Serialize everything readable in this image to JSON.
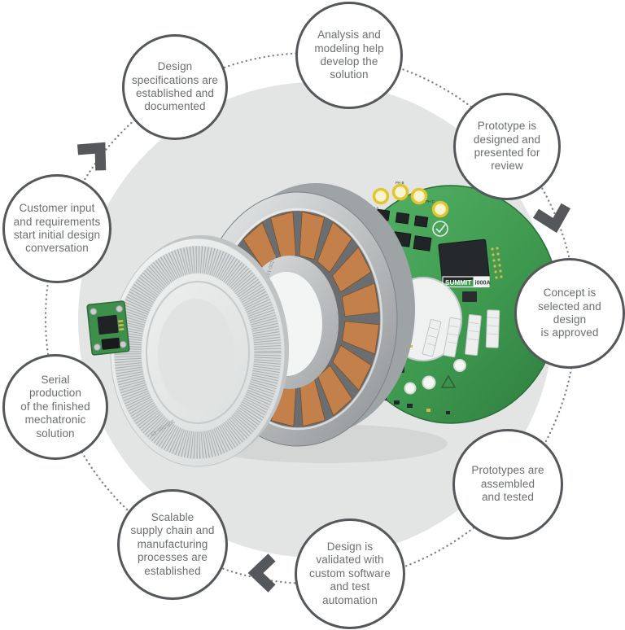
{
  "diagram": {
    "steps": [
      {
        "id": "customer-input",
        "label": "Customer input\nand requirements\nstart initial design\nconversation"
      },
      {
        "id": "design-specifications",
        "label": "Design\nspecifications are\nestablished and\ndocumented"
      },
      {
        "id": "analysis-modeling",
        "label": "Analysis and\nmodeling help\ndevelop the\nsolution"
      },
      {
        "id": "prototype-designed",
        "label": "Prototype is\ndesigned and\npresented for\nreview"
      },
      {
        "id": "concept-selected",
        "label": "Concept is\nselected and\ndesign\nis approved"
      },
      {
        "id": "prototypes-assembled",
        "label": "Prototypes are\nassembled\nand tested"
      },
      {
        "id": "design-validated",
        "label": "Design is\nvalidated with\ncustom software\nand test\nautomation"
      },
      {
        "id": "scalable-supply",
        "label": "Scalable\nsupply chain and\nmanufacturing\nprocesses are\nestablished"
      },
      {
        "id": "serial-production",
        "label": "Serial\nproduction\nof the finished\nmechatronic\nsolution"
      }
    ]
  },
  "product": {
    "board_brand": "SUMMIT",
    "board_model": "i000A",
    "pad_labels": [
      "PH A",
      "PH B",
      "PH C"
    ],
    "board_marking": "066-H1-1.0.5",
    "hub_marking": "301-001-49",
    "encoder_marking": "305-065-49"
  },
  "colors": {
    "bubble_border": "#54585a",
    "bubble_text": "#6a6e70",
    "chevron": "#54585a",
    "dotted_ring": "#7e8183",
    "background_circle": "#e3e4e4",
    "pcb_green": "#3f9a50",
    "copper": "#c3804a"
  }
}
